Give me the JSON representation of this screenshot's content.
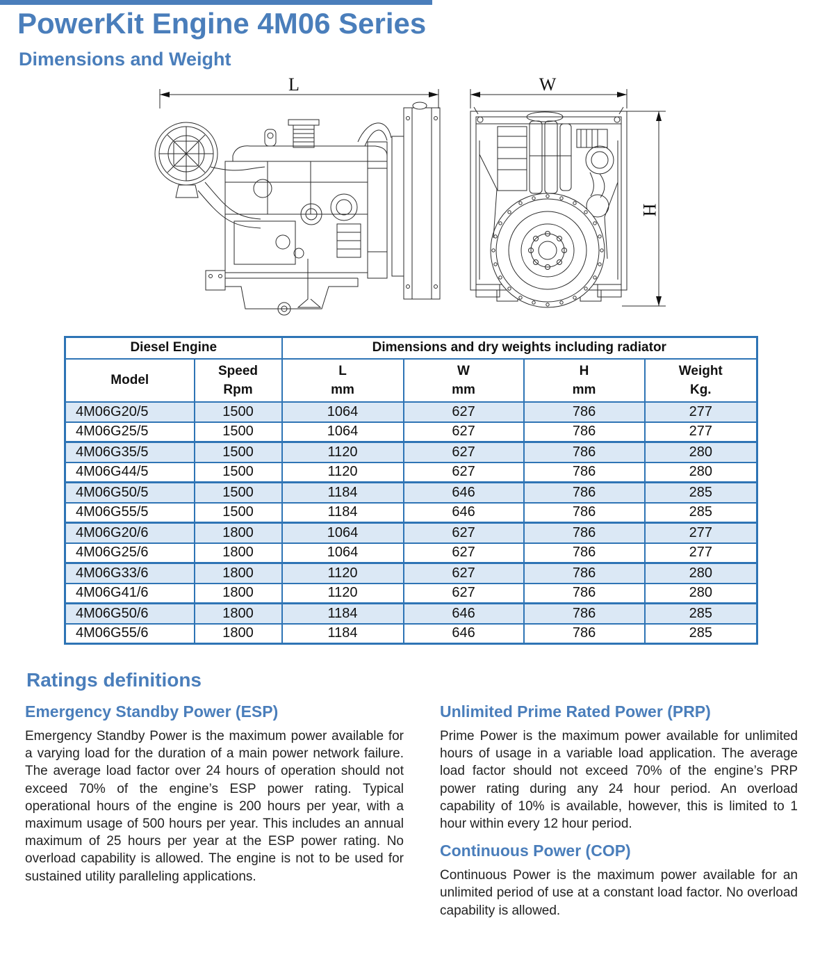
{
  "page": {
    "title": "PowerKit Engine 4M06 Series",
    "subtitle": "Dimensions and Weight",
    "accent_color": "#4a7ebb",
    "table_border_color": "#2e74b5",
    "row_shade_color": "#dbe8f5"
  },
  "diagram": {
    "length_label": "L",
    "width_label": "W",
    "height_label": "H"
  },
  "table": {
    "group_headers": {
      "left": "Diesel Engine",
      "right": "Dimensions and dry weights including radiator"
    },
    "columns": [
      {
        "title": "Model",
        "unit": ""
      },
      {
        "title": "Speed",
        "unit": "Rpm"
      },
      {
        "title": "L",
        "unit": "mm"
      },
      {
        "title": "W",
        "unit": "mm"
      },
      {
        "title": "H",
        "unit": "mm"
      },
      {
        "title": "Weight",
        "unit": "Kg."
      }
    ],
    "rows": [
      [
        "4M06G20/5",
        "1500",
        "1064",
        "627",
        "786",
        "277"
      ],
      [
        "4M06G25/5",
        "1500",
        "1064",
        "627",
        "786",
        "277"
      ],
      [
        "4M06G35/5",
        "1500",
        "1120",
        "627",
        "786",
        "280"
      ],
      [
        "4M06G44/5",
        "1500",
        "1120",
        "627",
        "786",
        "280"
      ],
      [
        "4M06G50/5",
        "1500",
        "1184",
        "646",
        "786",
        "285"
      ],
      [
        "4M06G55/5",
        "1500",
        "1184",
        "646",
        "786",
        "285"
      ],
      [
        "4M06G20/6",
        "1800",
        "1064",
        "627",
        "786",
        "277"
      ],
      [
        "4M06G25/6",
        "1800",
        "1064",
        "627",
        "786",
        "277"
      ],
      [
        "4M06G33/6",
        "1800",
        "1120",
        "627",
        "786",
        "280"
      ],
      [
        "4M06G41/6",
        "1800",
        "1120",
        "627",
        "786",
        "280"
      ],
      [
        "4M06G50/6",
        "1800",
        "1184",
        "646",
        "786",
        "285"
      ],
      [
        "4M06G55/6",
        "1800",
        "1184",
        "646",
        "786",
        "285"
      ]
    ]
  },
  "ratings": {
    "heading": "Ratings definitions",
    "esp": {
      "heading": "Emergency Standby Power (ESP)",
      "body": "Emergency Standby Power is the maximum power available for a varying load for the duration of a main power network failure. The average load factor over 24 hours of operation should not exceed 70% of the engine’s ESP power rating. Typical operational hours of the engine is 200 hours per year, with a maximum usage of 500 hours per year. This includes an annual maximum of 25 hours per year at the ESP power rating. No overload capability is allowed. The engine is not to be used for sustained utility paralleling applications."
    },
    "prp": {
      "heading": "Unlimited Prime Rated Power (PRP)",
      "body": "Prime Power is the maximum power available for unlimited hours of usage in a variable load application. The average load factor should not exceed 70% of the engine’s PRP power rating during any 24 hour period. An overload capability of 10% is available, however, this is limited to 1 hour within every 12 hour period."
    },
    "cop": {
      "heading": "Continuous Power (COP)",
      "body": "Continuous Power is the maximum power available for an unlimited period of use at a constant load factor. No overload capability is allowed."
    }
  }
}
